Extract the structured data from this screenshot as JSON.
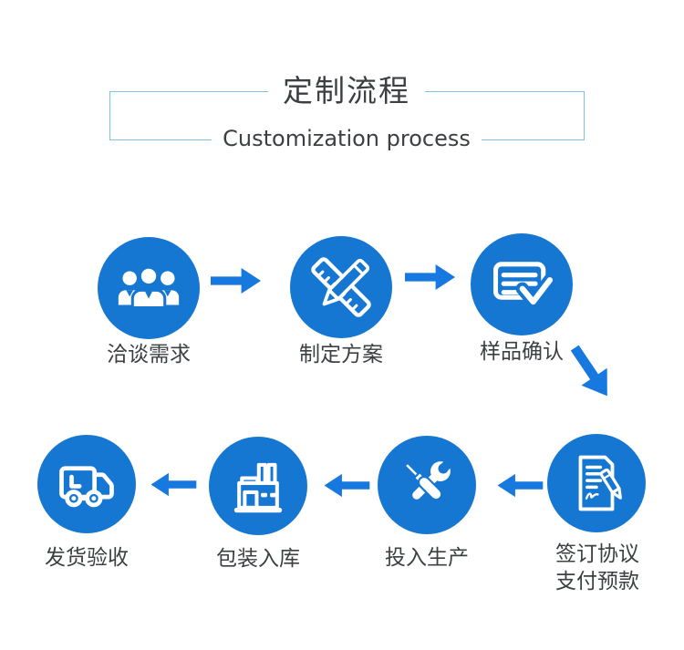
{
  "title": {
    "cn": "定制流程",
    "en": "Customization process"
  },
  "steps": [
    {
      "label": "洽谈需求",
      "icon": "people-group-icon"
    },
    {
      "label": "制定方案",
      "icon": "pencil-ruler-icon"
    },
    {
      "label": "样品确认",
      "icon": "document-check-icon"
    },
    {
      "label": "签订协议",
      "label2": "支付预款",
      "icon": "contract-pen-icon"
    },
    {
      "label": "投入生产",
      "icon": "tools-icon"
    },
    {
      "label": "包装入库",
      "icon": "factory-warehouse-icon"
    },
    {
      "label": "发货验收",
      "icon": "delivery-truck-icon"
    }
  ],
  "colors": {
    "circle": "#1577d2",
    "arrow": "#1778e0",
    "frame_border": "#7fc4de",
    "text": "#3d4043",
    "icon": "#ffffff",
    "background": "#ffffff"
  }
}
